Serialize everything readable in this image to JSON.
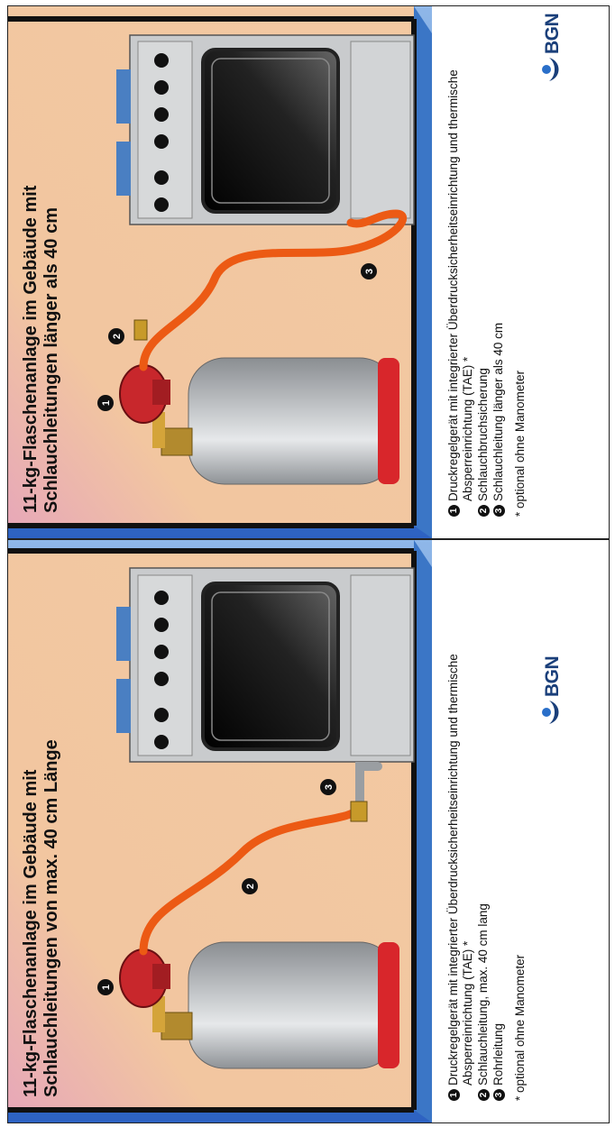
{
  "panels": [
    {
      "title_line1": "11-kg-Flaschenanlage im Gebäude mit",
      "title_line2": "Schlauchleitungen länger als 40 cm",
      "markers": [
        "1",
        "2",
        "3"
      ],
      "legend": [
        {
          "num": "1",
          "text": "Druckregelgerät mit integrierter Überdrucksicherheitseinrichtung und thermische Absperreinrichtung (TAE) *"
        },
        {
          "num": "2",
          "text": "Schlauchbruchsicherung"
        },
        {
          "num": "3",
          "text": "Schlauchleitung länger als 40 cm"
        }
      ],
      "footnote": "* optional ohne Manometer",
      "logo": "BGN"
    },
    {
      "title_line1": "11-kg-Flaschenanlage im Gebäude mit",
      "title_line2": "Schlauchleitungen von max. 40 cm Länge",
      "markers": [
        "1",
        "2",
        "3"
      ],
      "legend": [
        {
          "num": "1",
          "text": "Druckregelgerät mit integrierter Überdrucksicherheitseinrichtung und thermische Absperreinrichtung (TAE) *"
        },
        {
          "num": "2",
          "text": "Schlauchleitung, max. 40 cm lang"
        },
        {
          "num": "3",
          "text": "Rohrleitung"
        }
      ],
      "footnote": "* optional ohne Manometer",
      "logo": "BGN"
    }
  ],
  "colors": {
    "wall": "#f2c6a0",
    "floor_blue": "#3a73c8",
    "hose": "#ec5a14",
    "regulator": "#c8272c",
    "cylinder": "#c6c9cc",
    "cylinder_band": "#d8262b",
    "logo": "#1a3f7a"
  }
}
